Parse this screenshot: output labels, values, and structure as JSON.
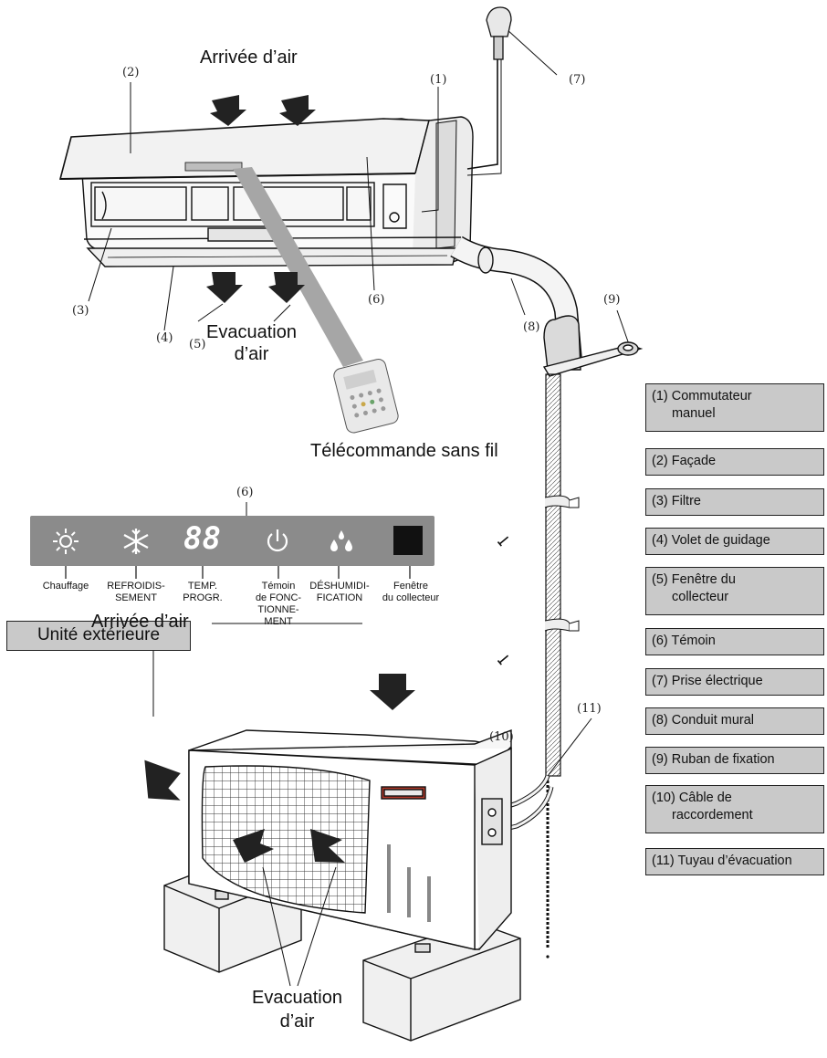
{
  "titles": {
    "air_in_top": "Arrivée d’air",
    "air_out_indoor_line1": "Evacuation",
    "air_out_indoor_line2": "d’air",
    "remote": "Télécommande sans fil",
    "outdoor_unit": "Unité extérieure",
    "air_in_outdoor": "Arrivée d’air",
    "air_out_outdoor_line1": "Evacuation",
    "air_out_outdoor_line2": "d’air"
  },
  "callouts": {
    "c1": "(1)",
    "c2": "(2)",
    "c3": "(3)",
    "c4": "(4)",
    "c5": "(5)",
    "c6": "(6)",
    "c6_panel": "(6)",
    "c7": "(7)",
    "c8": "(8)",
    "c9": "(9)",
    "c10": "(10)",
    "c11": "(11)"
  },
  "panel": {
    "digits": "88",
    "labels": [
      {
        "line1": "Chauffage"
      },
      {
        "line1": "REFROIDIS-",
        "line2": "SEMENT"
      },
      {
        "line1": "TEMP.",
        "line2": "PROGR."
      },
      {
        "line1": "Témoin",
        "line2": "de FONC-",
        "line3": "TIONNE-",
        "line4": "MENT"
      },
      {
        "line1": "DÉSHUMIDI-",
        "line2": "FICATION"
      },
      {
        "line1": "Fenêtre",
        "line2": "du collecteur"
      }
    ],
    "icons": [
      "sun-icon",
      "snowflake-icon",
      "seven-segment-display",
      "power-icon",
      "droplets-icon",
      "square-window-icon"
    ]
  },
  "legend": [
    {
      "l1": "(1) Commutateur",
      "l2": "manuel"
    },
    {
      "l1": "(2) Façade"
    },
    {
      "l1": "(3) Filtre"
    },
    {
      "l1": "(4) Volet de guidage"
    },
    {
      "l1": "(5) Fenêtre du",
      "l2": "collecteur"
    },
    {
      "l1": "(6) Témoin"
    },
    {
      "l1": "(7) Prise électrique"
    },
    {
      "l1": "(8) Conduit mural"
    },
    {
      "l1": "(9) Ruban de fixation"
    },
    {
      "l1": "(10) Câble de",
      "l2": "raccordement"
    },
    {
      "l1": "(11) Tuyau d’évacuation"
    }
  ],
  "colors": {
    "panel": "#8b8b8b",
    "legend_bg": "#c9c9c9",
    "remote_beam": "#a6a6a6"
  }
}
